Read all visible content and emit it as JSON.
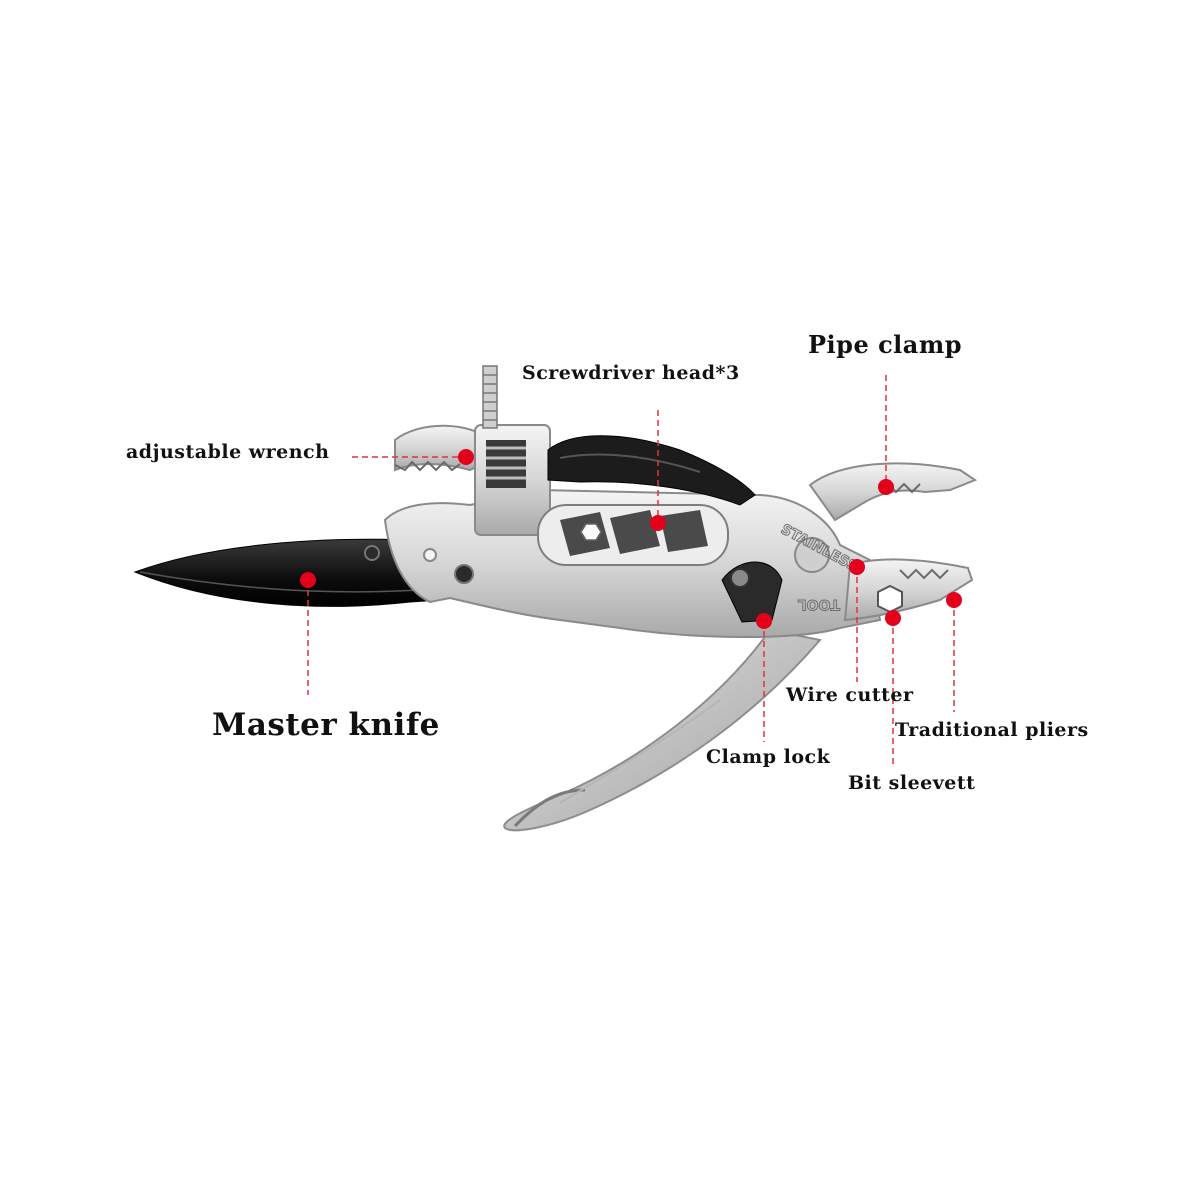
{
  "colors": {
    "marker": "#e3001b",
    "leader": "#e33040",
    "steel": "#d9d9d9",
    "steel_dark": "#9a9a9a",
    "blade_black": "#111111",
    "background": "#ffffff"
  },
  "labels": {
    "adjustable_wrench": "adjustable wrench",
    "screwdriver_head": "Screwdriver head*3",
    "pipe_clamp": "Pipe clamp",
    "master_knife": "Master knife",
    "wire_cutter": "Wire cutter",
    "traditional_pliers": "Traditional pliers",
    "clamp_lock": "Clamp lock",
    "bit_sleeve": "Bit sleevett"
  },
  "engravings": {
    "stainless": "STAINLESS",
    "tool": "TOOL"
  },
  "icons": [
    "multitool-illustration",
    "callout-marker"
  ]
}
